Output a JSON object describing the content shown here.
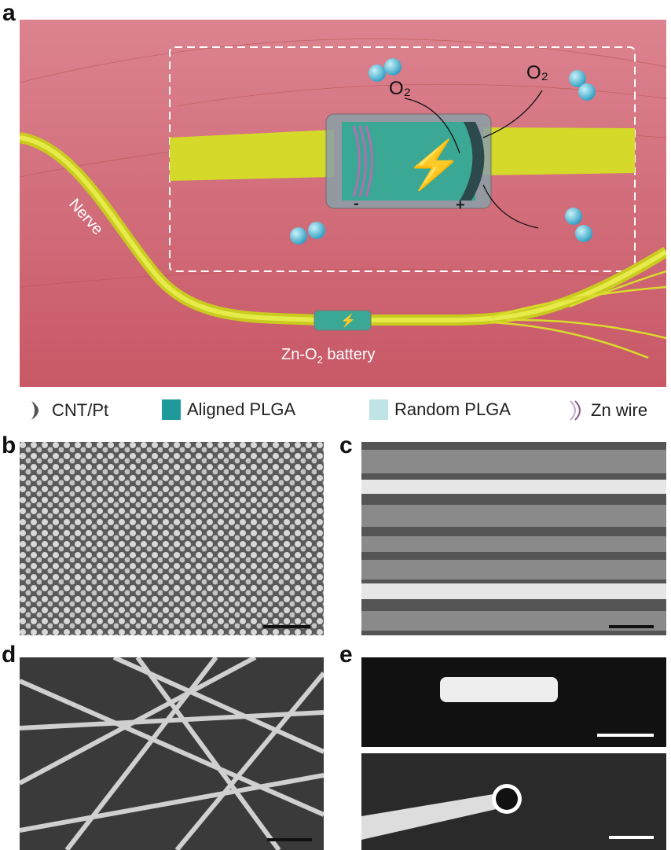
{
  "panels": {
    "a": "a",
    "b": "b",
    "c": "c",
    "d": "d",
    "e": "e"
  },
  "diagram": {
    "nerve_label": "Nerve",
    "battery_label": "Zn-O",
    "battery_sub": "2",
    "battery_suffix": " battery",
    "o2_left": "O₂",
    "o2_right": "O₂",
    "minus": "-",
    "plus": "+"
  },
  "legend": [
    {
      "label": "CNT/Pt",
      "icon": "cnt-pt-crescent-icon",
      "color": "#555555"
    },
    {
      "label": "Aligned PLGA",
      "icon": "aligned-plga-swatch",
      "color": "#1f9a9a"
    },
    {
      "label": "Random PLGA",
      "icon": "random-plga-swatch",
      "color": "#bfe3e6"
    },
    {
      "label": "Zn wire",
      "icon": "zn-wire-icon",
      "color": "#9a6a9a"
    }
  ],
  "colors": {
    "background": "#d06a78",
    "nerve": "#d8dc2c",
    "battery": "#3aa894"
  }
}
